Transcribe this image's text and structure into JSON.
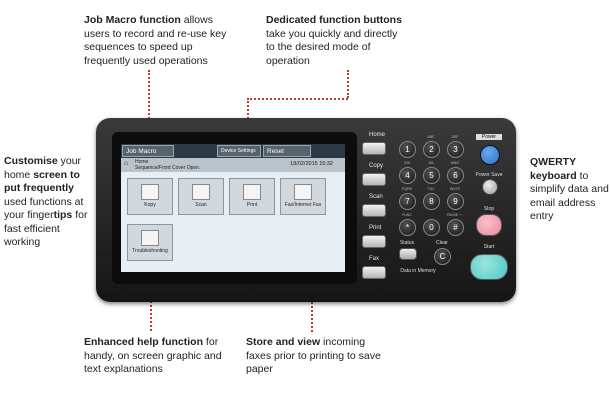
{
  "annotations": {
    "job_macro": {
      "bold": "Job Macro function",
      "rest": " allows users to record and  re-use key sequences to speed up frequently used operations"
    },
    "dedicated": {
      "bold": "Dedicated function buttons",
      "rest": " take you quickly and directly to the desired mode of operation"
    },
    "customise": {
      "bold": "Customise",
      "rest1": " your home ",
      "bold2": "screen to put frequently",
      "rest2": " used functions at your finger",
      "bold3": "tips",
      "rest3": " for fast efficient working"
    },
    "qwerty": {
      "bold": "QWERTY keyboard",
      "rest": " to simplify data and email address entry"
    },
    "help": {
      "bold": "Enhanced help function",
      "rest": " for handy, on screen graphic and text explanations"
    },
    "store": {
      "bold": "Store and view",
      "rest": " incoming faxes prior to printing to save paper"
    }
  },
  "screen": {
    "tabs": [
      "Job Macro",
      "Device Settings",
      "Reset"
    ],
    "status_home": "Home",
    "status_msg": "Sequence/Front Cover Open.",
    "time": "18/02/2015 15:32",
    "functions": [
      "Kopy",
      "Scan",
      "Print",
      "Fax/Internet Fax"
    ],
    "troubleshooting": "Troubleshooting"
  },
  "hardware": {
    "home": "Home",
    "copy": "Copy",
    "scan": "Scan",
    "print": "Print",
    "fax": "Fax",
    "power": "Power",
    "power_save": "Power Save",
    "stop": "Stop",
    "start": "Start",
    "status": "Status",
    "clear": "Clear",
    "data_memory": "Data in Memory",
    "keys": [
      "1",
      "2",
      "3",
      "4",
      "5",
      "6",
      "7",
      "8",
      "9",
      "*",
      "0",
      "#"
    ],
    "key_tops": [
      "",
      "ABC",
      "DEF",
      "GHI",
      "JKL",
      "MNO",
      "PQRS",
      "TUV",
      "WXYZ",
      "FUNC",
      "",
      "PAUSE + -"
    ]
  },
  "colors": {
    "accent_line": "#c0392b",
    "stop": "#e98a9a",
    "start": "#4fc6c1",
    "power": "#2a73c9"
  }
}
